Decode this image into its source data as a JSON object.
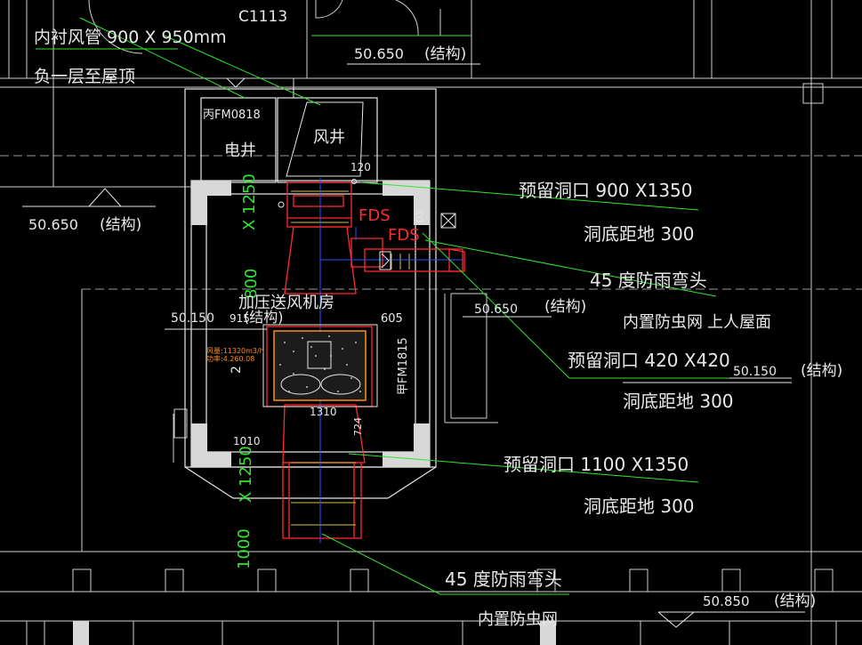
{
  "drawing": {
    "labels": {
      "duct_note_line1": "内衬风管 900 X 950mm",
      "duct_note_line2": "负一层至屋顶",
      "c1113": "C1113",
      "fm0818": "丙FM0818",
      "elec_shaft": "电井",
      "air_shaft": "风井",
      "fds_1": "FDS",
      "fds_2": "FDS",
      "pressurized_room": "加压送风机房",
      "fm1815": "甲FM1815",
      "elev_50650_top": "50.650",
      "struct_top": "(结构)",
      "elev_50650_left": "50.650",
      "struct_left": "(结构)",
      "elev_50150_left": "50.150",
      "struct_mid": "(结构)",
      "elev_50650_right": "50.650",
      "struct_right": "(结构)",
      "elev_50150_right": "50.150",
      "struct_right2": "(结构)",
      "elev_50850": "50.850",
      "struct_bottom": "(结构)"
    },
    "annotations": {
      "opening_a": "预留洞口  900 X1350",
      "opening_a_sill": "洞底距地  300",
      "elbow_a": "45 度防雨弯头",
      "mesh_a": "内置防虫网",
      "roof_access": "上人屋面",
      "opening_b": "预留洞口  420 X420",
      "opening_b_sill": "洞底距地  300",
      "opening_c": "预留洞口  1100  X1350",
      "opening_c_sill": "洞底距地  300",
      "elbow_b": "45 度防雨弯头",
      "mesh_b": "内置防虫网"
    },
    "dimensions": {
      "d120": "120",
      "d1250_top": "X 1250",
      "d800": "800",
      "d915": "915",
      "d605": "605",
      "d1310": "1310",
      "d1010": "1010",
      "d724": "724",
      "d1250_bot": "X 1250",
      "d1000": "1000",
      "d2": "2",
      "d03": "03"
    },
    "equipment": {
      "fan_spec_1": "风量:11320m3/h",
      "fan_spec_2": "功率:4.260.08"
    },
    "colors": {
      "background": "#000000",
      "linework": "#e8e8e8",
      "leader": "#2ee62e",
      "duct": "#ff2a2a",
      "fan": "#ff8c1a",
      "axis": "#2255ff"
    }
  }
}
